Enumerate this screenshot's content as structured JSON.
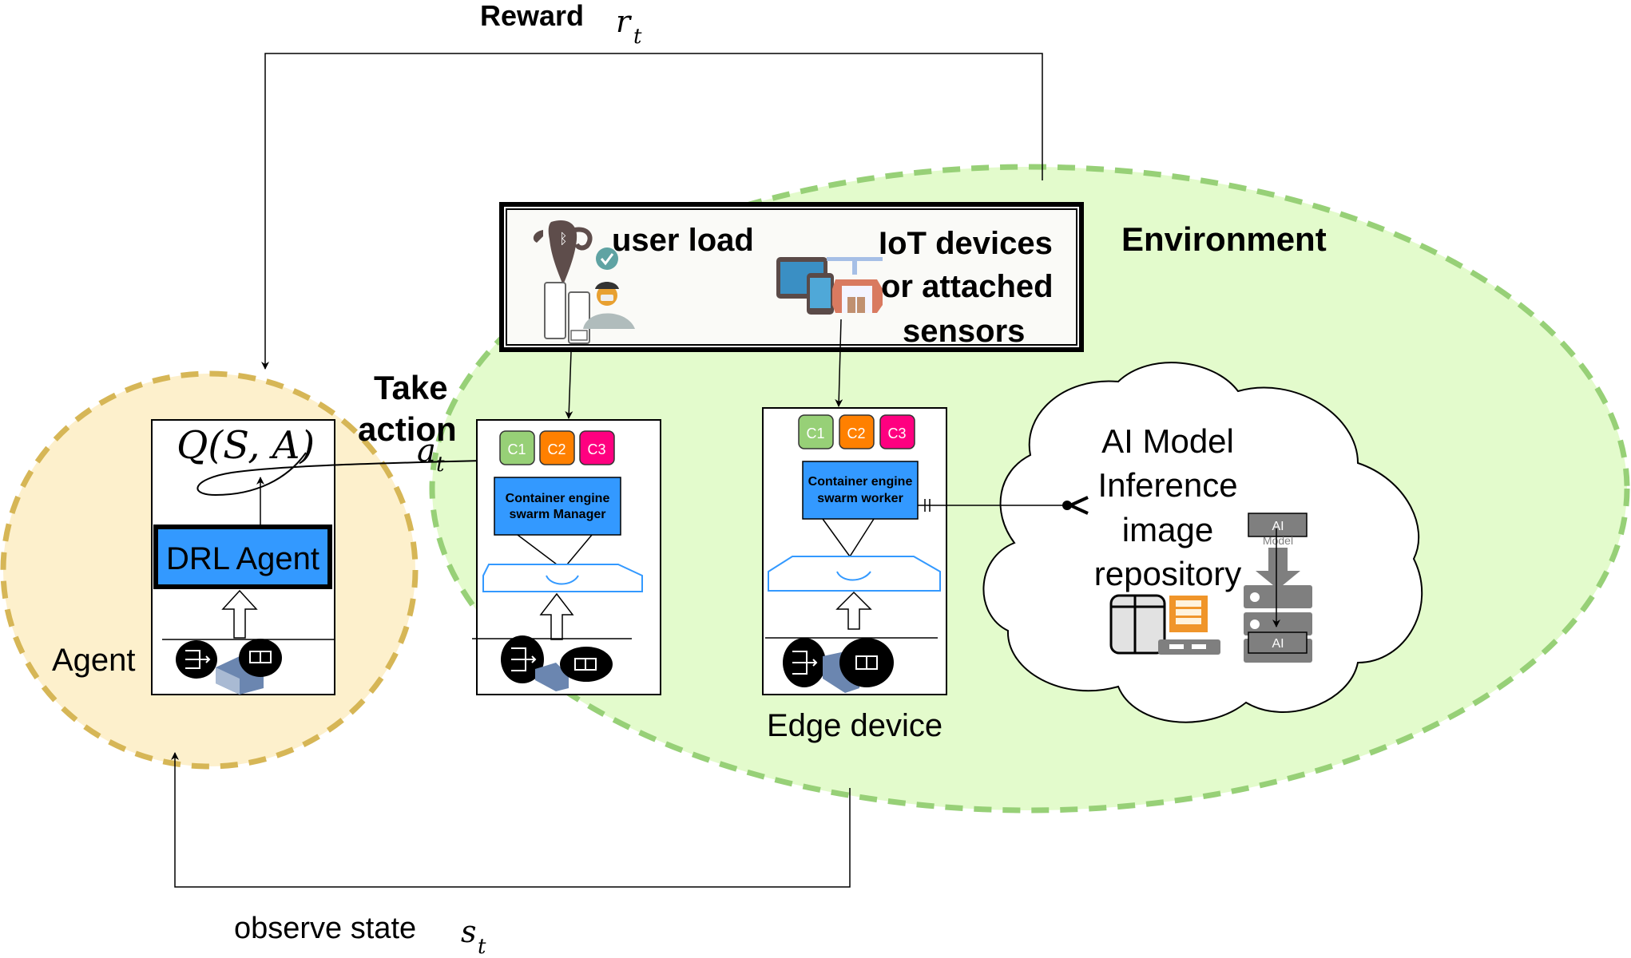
{
  "labels": {
    "reward": "Reward",
    "reward_symbol": "r",
    "reward_sub": "t",
    "take_action_line1": "Take",
    "take_action_line2": "action",
    "action_symbol": "a",
    "action_sub": "t",
    "observe_state": "observe state",
    "state_symbol": "s",
    "state_sub": "t",
    "environment": "Environment",
    "agent": "Agent",
    "edge_device": "Edge device"
  },
  "agent_box": {
    "q_function": "Q(S, A)",
    "drl_label": "DRL Agent"
  },
  "input_box": {
    "user_load": "user load",
    "iot_line1": "IoT devices",
    "iot_line2": "or attached",
    "iot_line3": "sensors"
  },
  "manager_node": {
    "containers": [
      "C1",
      "C2",
      "C3"
    ],
    "engine_line1": "Container engine",
    "engine_line2": "swarm Manager"
  },
  "worker_node": {
    "containers": [
      "C1",
      "C2",
      "C3"
    ],
    "engine_line1": "Container engine",
    "engine_line2": "swarm worker"
  },
  "cloud": {
    "line1": "AI Model",
    "line2": "Inference",
    "line3": "image",
    "line4": "repository",
    "ai_top": "AI",
    "ai_model_caption": "Model",
    "ai_bottom": "AI"
  },
  "colors": {
    "agent_fill": "#fdf0cc",
    "agent_stroke": "#d6b656",
    "env_fill": "#e3fbcc",
    "env_stroke": "#97d077",
    "blue_box": "#3399ff",
    "c1": "#97d077",
    "c2": "#ff8000",
    "c3": "#ff0080",
    "tray_stroke": "#3399ff",
    "server_grey": "#7f7f7f",
    "orange_db": "#f0952a"
  }
}
